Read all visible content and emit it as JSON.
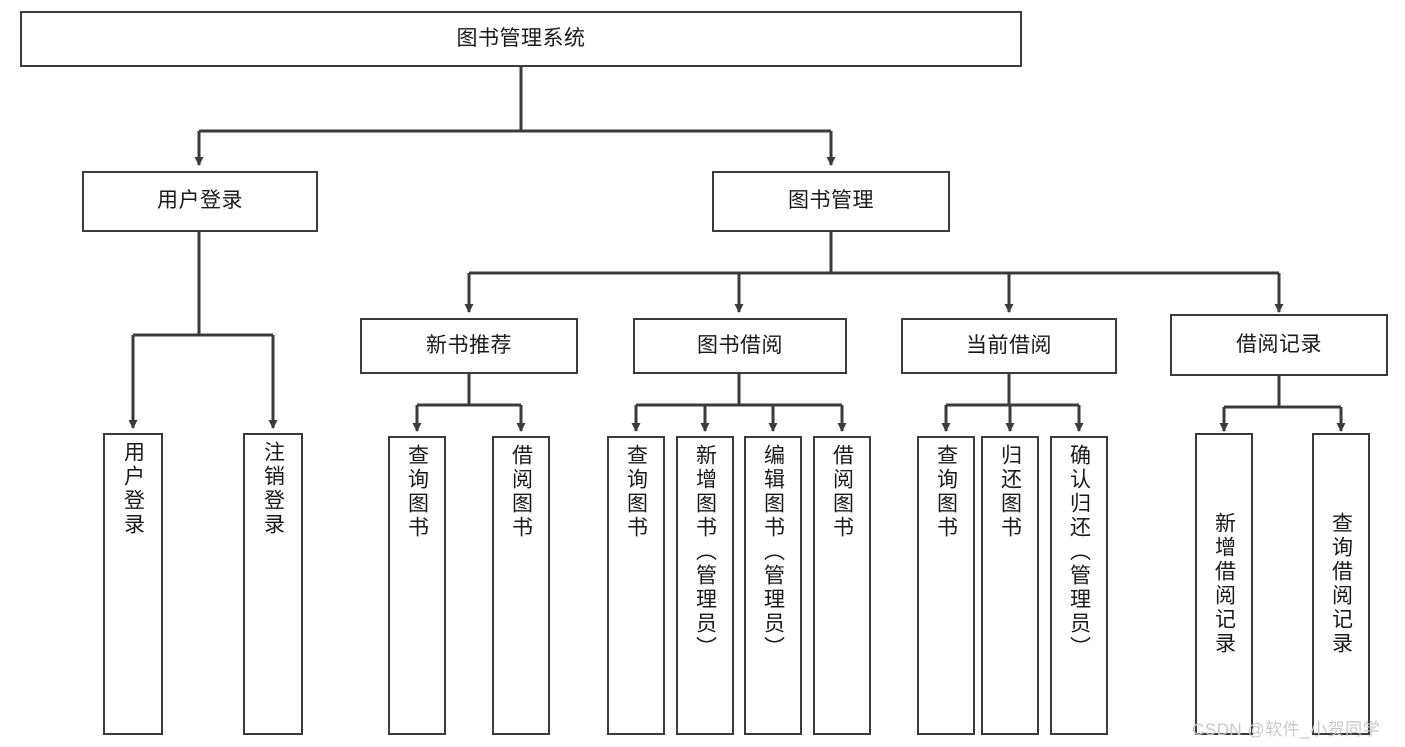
{
  "diagram": {
    "title": "图书管理系统",
    "type": "tree",
    "colors": {
      "background": "#ffffff",
      "node_border": "#3b3b3b",
      "node_fill": "#ffffff",
      "edge": "#3b3b3b",
      "text": "#1a1a1a",
      "watermark": "#c9c9c9"
    },
    "root": {
      "label": "图书管理系统",
      "orientation": "horizontal"
    },
    "level2": [
      {
        "label": "用户登录",
        "orientation": "horizontal"
      },
      {
        "label": "图书管理",
        "orientation": "horizontal"
      }
    ],
    "level3": [
      {
        "label": "新书推荐",
        "orientation": "horizontal"
      },
      {
        "label": "图书借阅",
        "orientation": "horizontal"
      },
      {
        "label": "当前借阅",
        "orientation": "horizontal"
      },
      {
        "label": "借阅记录",
        "orientation": "horizontal"
      }
    ],
    "leaves": {
      "user_login": [
        {
          "label": "用户登录",
          "orientation": "vertical"
        },
        {
          "label": "注销登录",
          "orientation": "vertical"
        }
      ],
      "new_book_recommend": [
        {
          "label": "查询图书",
          "orientation": "vertical"
        },
        {
          "label": "借阅图书",
          "orientation": "vertical"
        }
      ],
      "book_borrow": [
        {
          "label": "查询图书",
          "orientation": "vertical"
        },
        {
          "label": "新增图书（管理员）",
          "orientation": "vertical"
        },
        {
          "label": "编辑图书（管理员）",
          "orientation": "vertical"
        },
        {
          "label": "借阅图书",
          "orientation": "vertical"
        }
      ],
      "current_borrow": [
        {
          "label": "查询图书",
          "orientation": "vertical"
        },
        {
          "label": "归还图书",
          "orientation": "vertical"
        },
        {
          "label": "确认归还（管理员）",
          "orientation": "vertical"
        }
      ],
      "borrow_record": [
        {
          "label": "新增借阅记录",
          "orientation": "vertical"
        },
        {
          "label": "查询借阅记录",
          "orientation": "vertical"
        }
      ]
    }
  },
  "watermark": {
    "text": "CSDN @软件_小贺同学"
  }
}
